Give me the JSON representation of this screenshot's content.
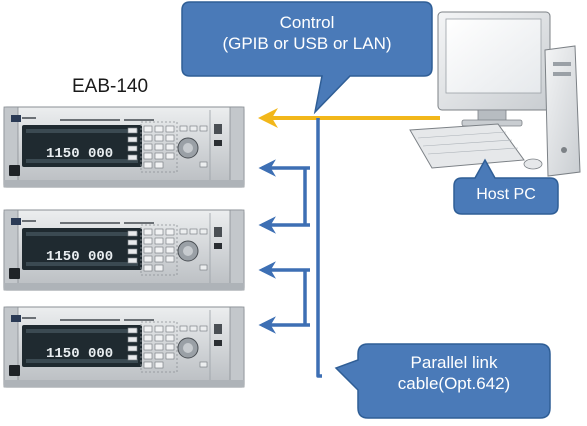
{
  "instrument_label": "EAB-140",
  "callouts": {
    "control": {
      "line1": "Control",
      "line2": "(GPIB or USB or LAN)"
    },
    "host_pc": {
      "label": "Host PC"
    },
    "parallel": {
      "line1": "Parallel link",
      "line2": "cable(Opt.642)"
    }
  },
  "panel": {
    "display_left": "1150",
    "display_right": "000"
  },
  "colors": {
    "callout_fill": "#4a7ab8",
    "callout_border": "#2f5e96",
    "control_line": "#f2b71a",
    "link_line": "#3d6fb4",
    "chassis": "#d4d6d8",
    "display": "#1f2a30"
  }
}
